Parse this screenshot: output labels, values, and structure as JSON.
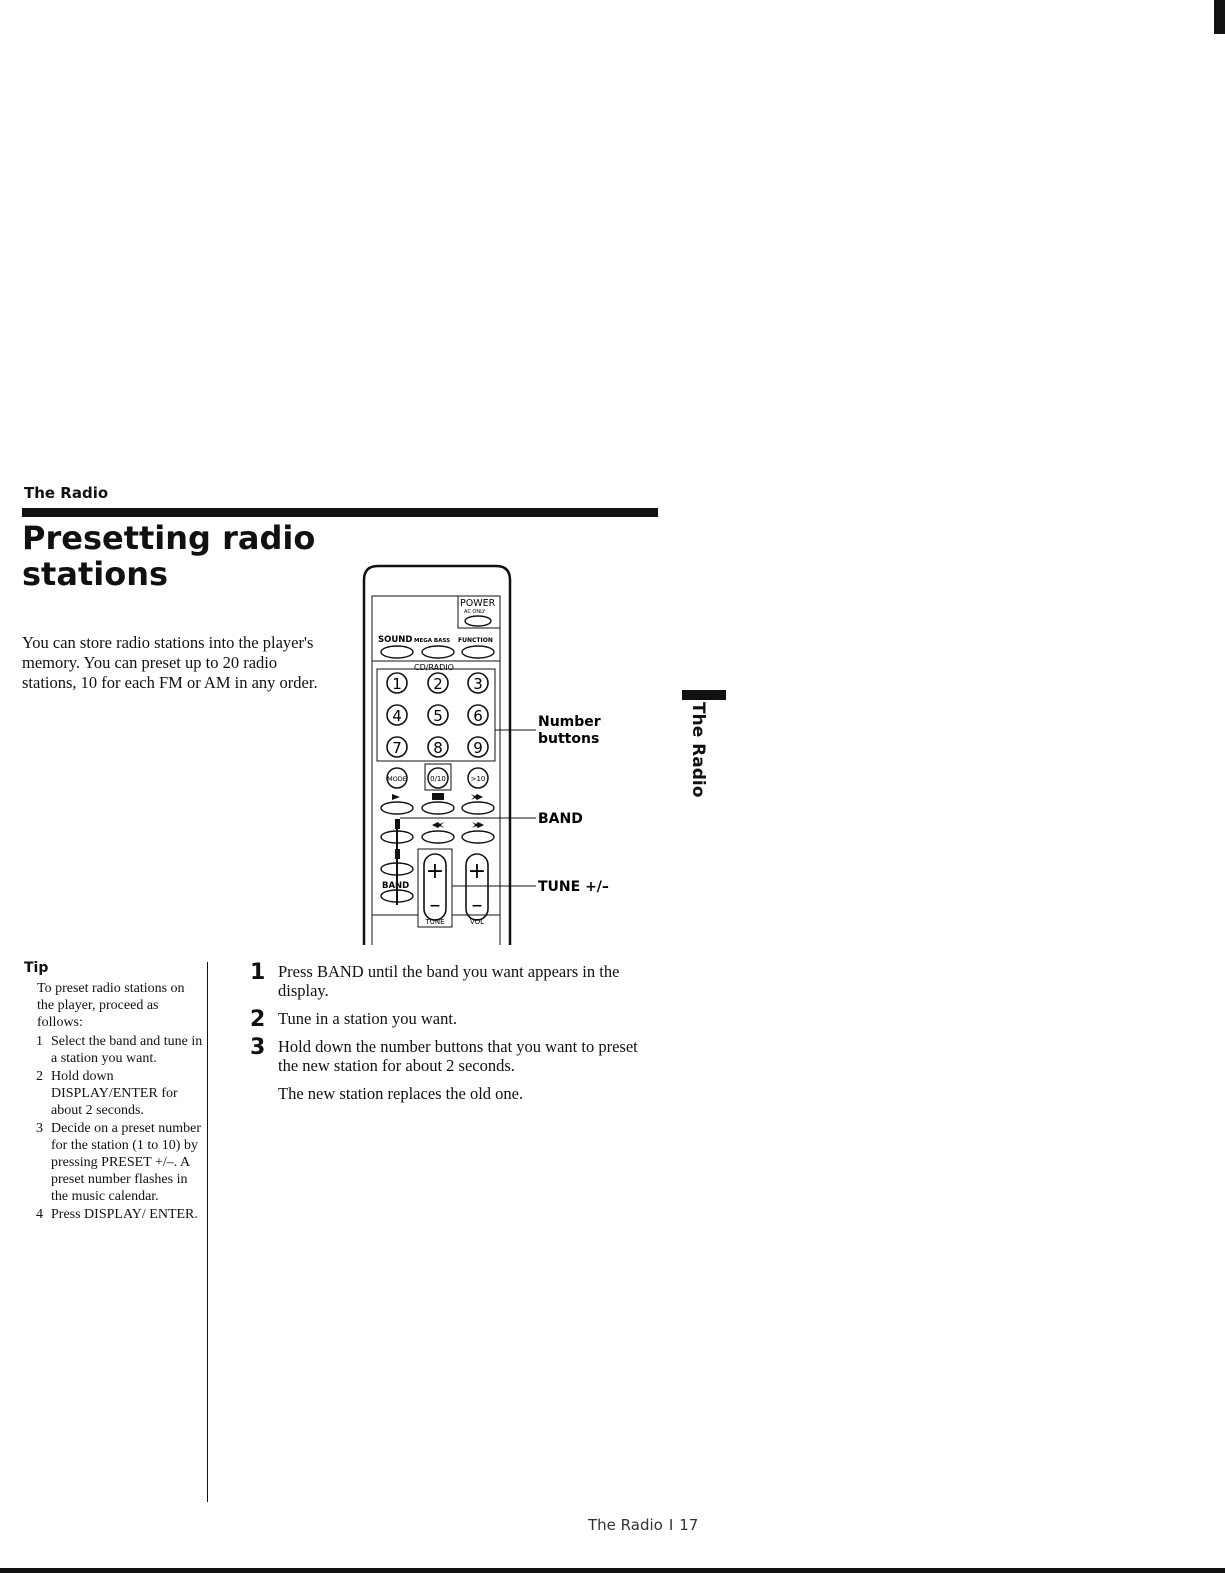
{
  "header": {
    "section": "The Radio",
    "title": "Presetting radio stations"
  },
  "intro": "You can store radio stations into the player's memory. You can preset up to 20 radio stations, 10 for each FM or AM in any order.",
  "remote": {
    "power": "POWER",
    "ac_only": "AC ONLY",
    "sound": "SOUND",
    "mega_bass": "MEGA BASS",
    "function": "FUNCTION",
    "cd_radio": "CD/RADIO",
    "number_keys": [
      "1",
      "2",
      "3",
      "4",
      "5",
      "6",
      "7",
      "8",
      "9"
    ],
    "mode": "MODE",
    "zero_ten": "0/10",
    "plus_ten": ">10",
    "band": "BAND",
    "tune": "TUNE",
    "vol": "VOL",
    "plus_sign": "+",
    "minus_sign": "–"
  },
  "callouts": {
    "number_buttons_line1": "Number",
    "number_buttons_line2": "buttons",
    "band": "BAND",
    "tune": "TUNE +/–"
  },
  "side_tab": "The Radio",
  "tip": {
    "heading": "Tip",
    "intro": "To preset radio stations on the player, proceed as follows:",
    "items": [
      {
        "num": "1",
        "text": "Select the band and tune in a station you want."
      },
      {
        "num": "2",
        "text": "Hold down DISPLAY/ENTER for about 2 seconds."
      },
      {
        "num": "3",
        "text": "Decide on a preset number for the station (1 to 10) by pressing PRESET +/–. A preset number flashes in the music calendar."
      },
      {
        "num": "4",
        "text": "Press DISPLAY/ ENTER."
      }
    ]
  },
  "steps": [
    {
      "num": "1",
      "text": "Press BAND until the band you want appears in the display."
    },
    {
      "num": "2",
      "text": "Tune in a station you want."
    },
    {
      "num": "3",
      "text": "Hold down the number buttons that you want to preset the new station for about 2 seconds."
    }
  ],
  "step_note": "The new station replaces the old one.",
  "footer": {
    "section": "The Radio",
    "separator": "I",
    "page": "17"
  }
}
